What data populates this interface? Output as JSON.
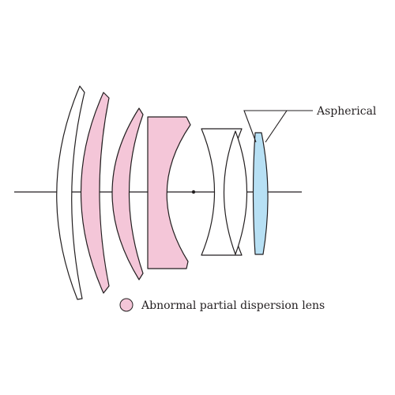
{
  "labels": {
    "aspherical": "Aspherical",
    "legend": "Abnormal partial dispersion lens"
  },
  "colors": {
    "outline": "#231f20",
    "abnormal_dispersion_fill": "#f4c6d8",
    "aspherical_fill": "#b7e0f4",
    "plain_fill": "#ffffff",
    "background": "#ffffff"
  },
  "lens_elements": [
    {
      "id": 1,
      "type": "meniscus",
      "material": "standard"
    },
    {
      "id": 2,
      "type": "meniscus",
      "material": "abnormal partial dispersion"
    },
    {
      "id": 3,
      "type": "meniscus",
      "material": "abnormal partial dispersion"
    },
    {
      "id": 4,
      "type": "concave",
      "material": "abnormal partial dispersion"
    },
    {
      "id": 5,
      "type": "concave",
      "material": "standard"
    },
    {
      "id": 6,
      "type": "convex",
      "material": "standard"
    },
    {
      "id": 7,
      "type": "convex",
      "material": "aspherical"
    }
  ]
}
